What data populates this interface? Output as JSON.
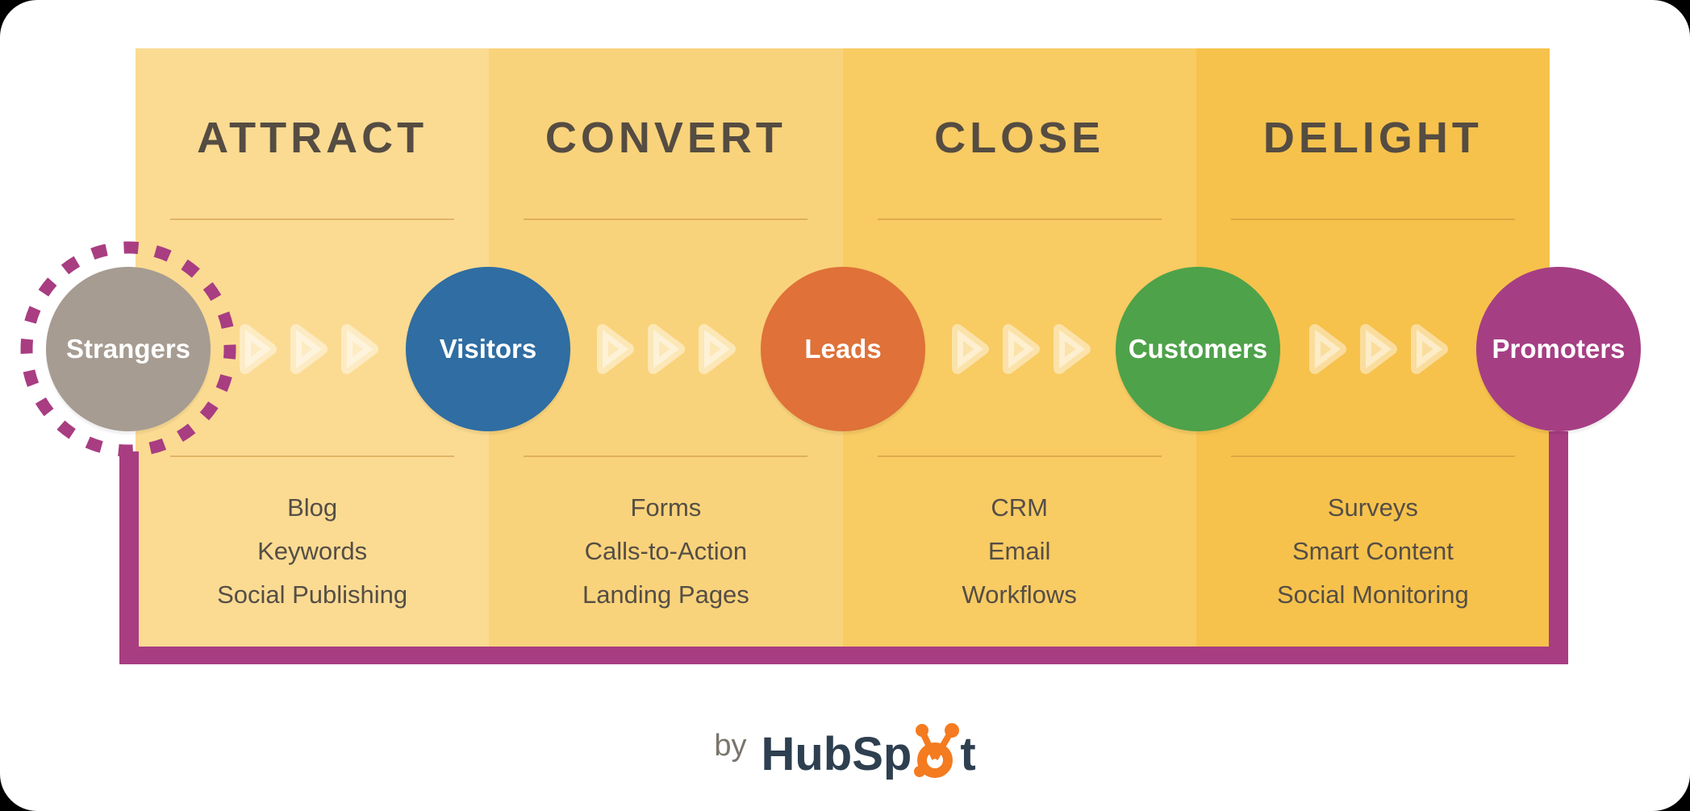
{
  "title_note": "Inbound marketing methodology diagram",
  "css_vars": {
    "purple": "#A83D82",
    "chev-color": "rgba(255,255,255,0.45)",
    "rule-color": "rgba(193,134,51,0.45)",
    "title-color": "#554C42",
    "item-color": "#554E46",
    "by-color": "#7A756D",
    "logo-dark": "#2E3F50",
    "logo-orange": "#F47B20"
  },
  "stages": [
    {
      "title": "ATTRACT",
      "panel_color": "#FBDB92",
      "items": [
        "Blog",
        "Keywords",
        "Social Publishing"
      ]
    },
    {
      "title": "CONVERT",
      "panel_color": "#F9D37B",
      "items": [
        "Forms",
        "Calls-to-Action",
        "Landing Pages"
      ]
    },
    {
      "title": "CLOSE",
      "panel_color": "#F8CB63",
      "items": [
        "CRM",
        "Email",
        "Workflows"
      ]
    },
    {
      "title": "DELIGHT",
      "panel_color": "#F6C24C",
      "items": [
        "Surveys",
        "Smart Content",
        "Social Monitoring"
      ]
    }
  ],
  "personas": [
    {
      "label": "Strangers",
      "color": "#A69C92",
      "dashed_ring": true
    },
    {
      "label": "Visitors",
      "color": "#2F6DA2",
      "dashed_ring": false
    },
    {
      "label": "Leads",
      "color": "#DF7139",
      "dashed_ring": false
    },
    {
      "label": "Customers",
      "color": "#4EA24A",
      "dashed_ring": false
    },
    {
      "label": "Promoters",
      "color": "#A63E84",
      "dashed_ring": false
    }
  ],
  "footer": {
    "prefix": "by",
    "brand_part1": "HubSp",
    "brand_part2": "t",
    "brand_full": "HubSpot",
    "sprocket_icon": "hubspot-sprocket"
  }
}
